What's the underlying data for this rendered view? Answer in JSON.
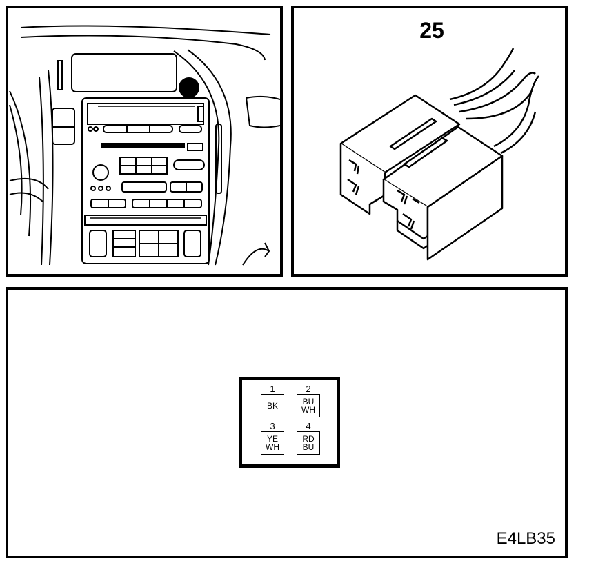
{
  "connector": {
    "number": "25"
  },
  "pins": [
    {
      "number": "1",
      "colors": [
        "BK"
      ]
    },
    {
      "number": "2",
      "colors": [
        "BU",
        "WH"
      ]
    },
    {
      "number": "3",
      "colors": [
        "YE",
        "WH"
      ]
    },
    {
      "number": "4",
      "colors": [
        "RD",
        "BU"
      ]
    }
  ],
  "diagram_code": "E4LB35",
  "colors": {
    "line": "#000000",
    "background": "#ffffff"
  }
}
